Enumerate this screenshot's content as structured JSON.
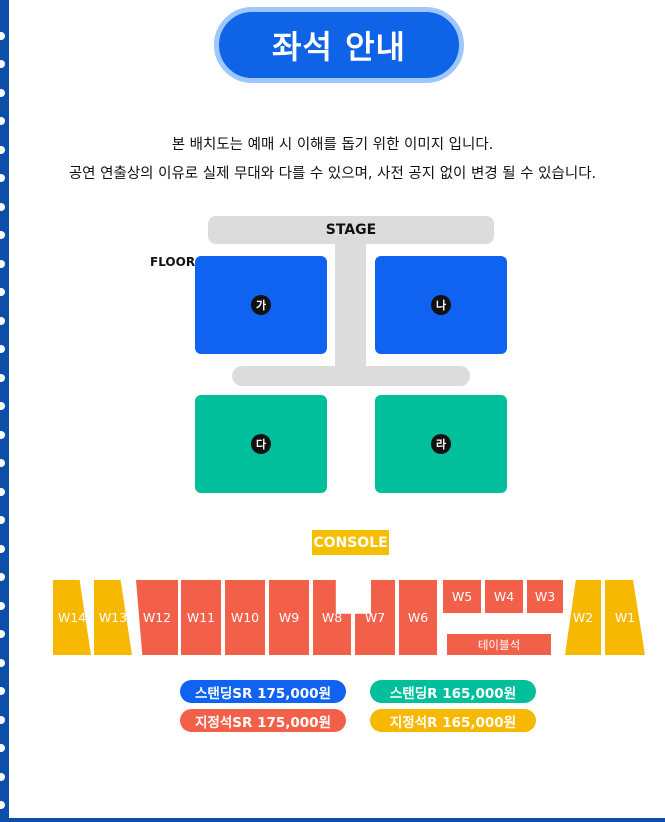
{
  "title": "좌석 안내",
  "notice": {
    "line1": "본 배치도는 예매 시 이해를 돕기 위한 이미지 입니다.",
    "line2": "공연 연출상의 이유로 실제 무대와 다를 수 있으며, 사전 공지 없이 변경 될 수 있습니다."
  },
  "map": {
    "stage_label": "STAGE",
    "floor_label": "FLOOR",
    "zones": [
      "가",
      "나",
      "다",
      "라"
    ],
    "console_label": "CONSOLE",
    "wall_blocks": [
      "W14",
      "W13",
      "W12",
      "W11",
      "W10",
      "W9",
      "W8",
      "W7",
      "W6",
      "W5",
      "W4",
      "W3",
      "W2",
      "W1"
    ],
    "table_label": "테이블석"
  },
  "legend": {
    "standing_sr": "스탠딩SR 175,000원",
    "standing_r": "스탠딩R 165,000원",
    "reserved_sr": "지정석SR 175,000원",
    "reserved_r": "지정석R 165,000원"
  },
  "colors": {
    "blue": "#0f63f0",
    "green": "#00bf9a",
    "red": "#f2604a",
    "yellow": "#f6b800",
    "stage_gray": "#dcdcdc"
  }
}
